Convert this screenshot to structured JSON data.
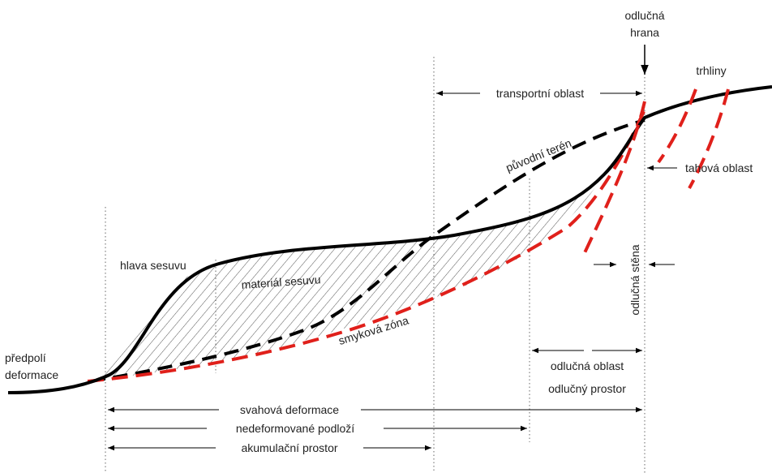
{
  "labels": {
    "odlucna_hrana_1": "odlučná",
    "odlucna_hrana_2": "hrana",
    "trhliny": "trhliny",
    "transportni_oblast": "transportní oblast",
    "puvodni_teren": "původní terén",
    "tahova_oblast": "tahová oblast",
    "hlava_sesuvu": "hlava sesuvu",
    "material_sesuvu": "materiál sesuvu",
    "odlucna_stena": "odlučná stěna",
    "smykova_zona": "smyková zóna",
    "predpoli_1": "předpolí",
    "predpoli_2": "deformace",
    "odlucna_oblast": "odlučná oblast",
    "odlucny_prostor": "odlučný prostor",
    "svahova_deformace": "svahová deformace",
    "nedeformovane_podlozi": "nedeformované podloží",
    "akumulacni_prostor": "akumulační prostor"
  },
  "colors": {
    "terrain": "#000000",
    "shear": "#e0201b",
    "hatch": "#555555",
    "guide": "#666666",
    "text": "#222222"
  }
}
